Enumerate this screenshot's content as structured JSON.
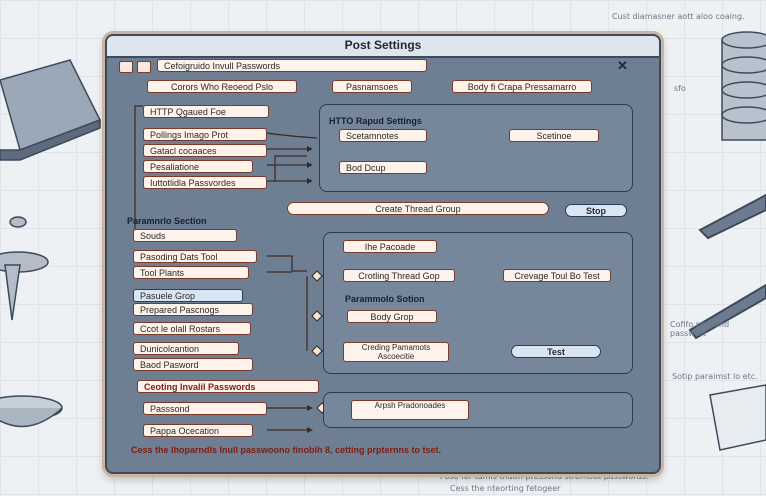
{
  "window": {
    "title": "Post Settings"
  },
  "toolbar": {
    "path_label": "Cefoigruido Invull Passwords",
    "tab_1": "Corors Who Reoeod Pslo",
    "tab_2": "Pasnamsoes",
    "tab_3": "Body fi Crapa Pressamarro"
  },
  "left_list_1": [
    "HTTP Qgaued Foe",
    "Pollings Imago Prot",
    "Gatacl cocaaces",
    "Pesaliatione",
    "Iuttotlidla Passvordes"
  ],
  "http_panel": {
    "title": "HTTO Rapud Settings",
    "row1_left": "Scetamnotes",
    "row1_right": "Scetinoe",
    "row2_left": "Bod Dcup"
  },
  "create_thread_group": "Create Thread Group",
  "stop": "Stop",
  "params_title": "Paramnrlo Section",
  "left_list_2": [
    "Souds",
    "Pasoding Dats Tool",
    "Tool Plants",
    "Pasuele Grop",
    "Prepared Pascnogs",
    "Ccot le olall Rostars",
    "Dunicolcantion",
    "Baod Pasword"
  ],
  "right_panel": {
    "row1": "Ihe Pacoade",
    "row2_left": "Crotling Thread Gop",
    "row2_right": "Crevage Toul Bo Test",
    "section_title": "Parammolo Sotion",
    "row3": "Body Grop",
    "row4": "Creding Pamamots Ascoecitie",
    "test": "Test"
  },
  "invalid_title": "Ceoting Invalil Passwords",
  "left_list_3": [
    "Passsond",
    "Pappa Ocecation"
  ],
  "bottom_panel": {
    "item": "Arpsh Pradonoades"
  },
  "footer": "Cess the Ihoparndls Inull passwoono finobih 8, cetting prpternns to tset.",
  "background": {
    "top_right": "Cust diamasner aott aloo coaing.",
    "right_1": "sfo",
    "right_2": "Cofifo psseond passwort",
    "right_3": "Sotip paraimst lo etc.",
    "bottom_1": "Pose for tamis thatin pressond strerhout passwords.",
    "bottom_2": "Cess the nteorting fetogeer"
  }
}
